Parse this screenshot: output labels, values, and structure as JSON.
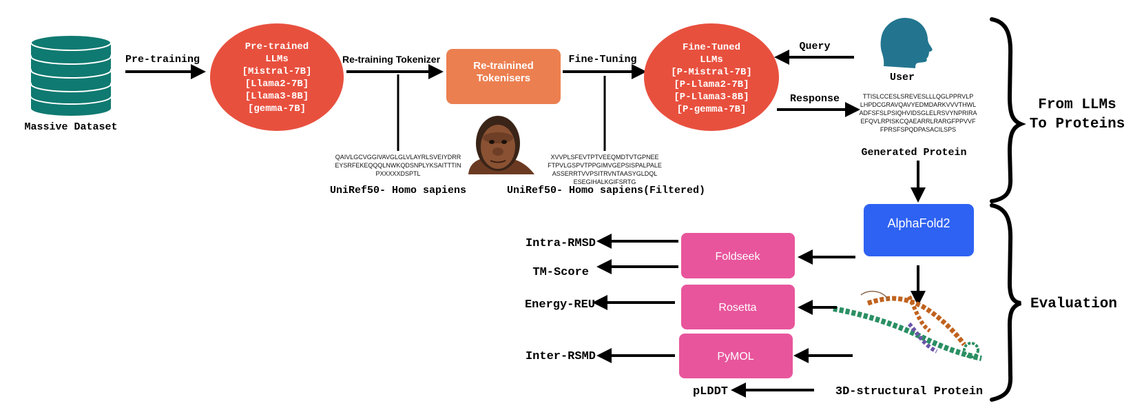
{
  "colors": {
    "dataset": "#0f7a71",
    "llm_ellipse": "#e8503e",
    "tokeniser_box": "#ec7f50",
    "alphafold_box": "#2e62f2",
    "tool_box": "#e8559c",
    "head": "#23758f",
    "arrow": "#000000"
  },
  "dataset": {
    "label": "Massive Dataset"
  },
  "arrows": {
    "pretraining": "Pre-training",
    "retraining_tokenizer": "Re-training Tokenizer",
    "finetuning": "Fine-Tuning",
    "query": "Query",
    "response": "Response"
  },
  "pretrained": {
    "lines": [
      "Pre-trained",
      "LLMs",
      "[Mistral-7B]",
      "[Llama2-7B]",
      "[Llama3-8B]",
      "[gemma-7B]"
    ]
  },
  "tokenisers": {
    "lines": [
      "Re-trainined",
      "Tokenisers"
    ]
  },
  "finetuned": {
    "lines": [
      "Fine-Tuned",
      "LLMs",
      "[P-Mistral-7B]",
      "[P-Llama2-7B]",
      "[P-Llama3-8B]",
      "[P-gemma-7B]"
    ]
  },
  "uniref_left": {
    "sequence": [
      "QAIVLGCVGGIVAVGLGLVLAYRLSVEIYDRR",
      "EYSRFEKEQQQLNWKQDSNPLYKSAITTTIN",
      "PXXXXXDSPTL"
    ],
    "label": "UniRef50- Homo sapiens"
  },
  "uniref_right": {
    "sequence": [
      "XVVPLSFEVTPTVEEQMDTVTGPNEE",
      "FTPVLGSPVTPPGIMVGEPSISPALPALE",
      "ASSERRTVVPSITRVNTAASYGLDQL",
      "ESEGIHALKGIFSRTG"
    ],
    "label": "UniRef50- Homo sapiens(Filtered)"
  },
  "user": {
    "label": "User"
  },
  "generated": {
    "sequence": [
      "TTISLCCESLSREVESLLLQGLPPRVLP",
      "LHPDCGRAVQAVYEDMDARKVVVTHWL",
      "ADFSFSLPSIQHVIDSGLELRSVYNPRIRA",
      "EFQVLRPISKCQAEARRLRARGFPPVVF",
      "FPRSFSPQDPASACILSPS"
    ],
    "label": "Generated Protein"
  },
  "brace_labels": {
    "top": [
      "From LLMs",
      "To Proteins"
    ],
    "bottom": "Evaluation"
  },
  "alphafold": {
    "label": "AlphaFold2"
  },
  "tools": {
    "foldseek": "Foldseek",
    "rosetta": "Rosetta",
    "pymol": "PyMOL"
  },
  "metrics": {
    "intra_rmsd": "Intra-RMSD",
    "tm_score": "TM-Score",
    "energy": "Energy-REU",
    "inter_rmsd": "Inter-RSMD",
    "plddt": "pLDDT"
  },
  "structure": {
    "label": "3D-structural Protein"
  }
}
